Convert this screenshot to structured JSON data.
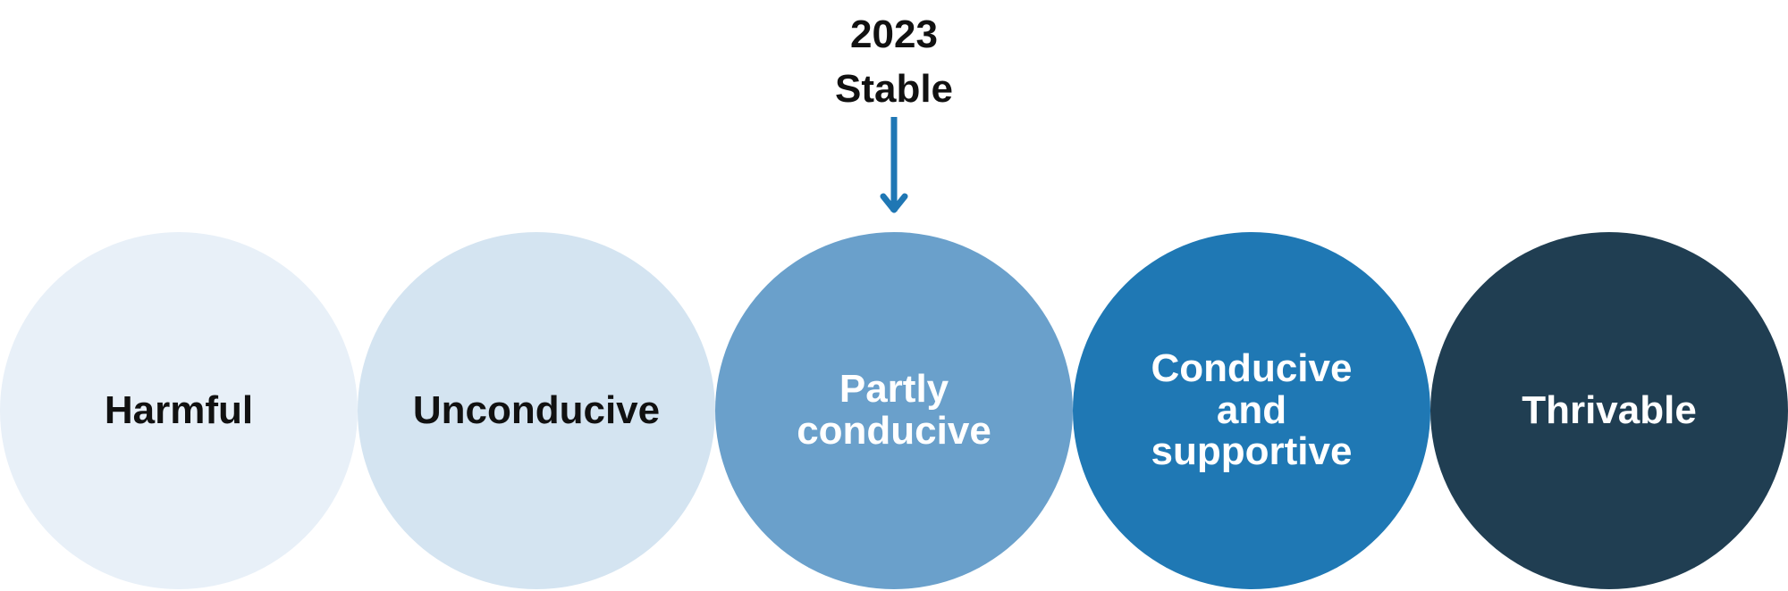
{
  "marker": {
    "year": "2023",
    "status": "Stable",
    "arrow_color": "#1f77b4"
  },
  "stages": [
    {
      "label": "Harmful",
      "fill": "#e8f0f8",
      "text_color": "#111111"
    },
    {
      "label": "Unconducive",
      "fill": "#d4e4f1",
      "text_color": "#111111"
    },
    {
      "label": "Partly\nconducive",
      "fill": "#6aa0cb",
      "text_color": "#ffffff"
    },
    {
      "label": "Conducive and\nsupportive",
      "fill": "#1f78b4",
      "text_color": "#ffffff"
    },
    {
      "label": "Thrivable",
      "fill": "#203e52",
      "text_color": "#ffffff"
    }
  ],
  "current_stage_index": 2
}
